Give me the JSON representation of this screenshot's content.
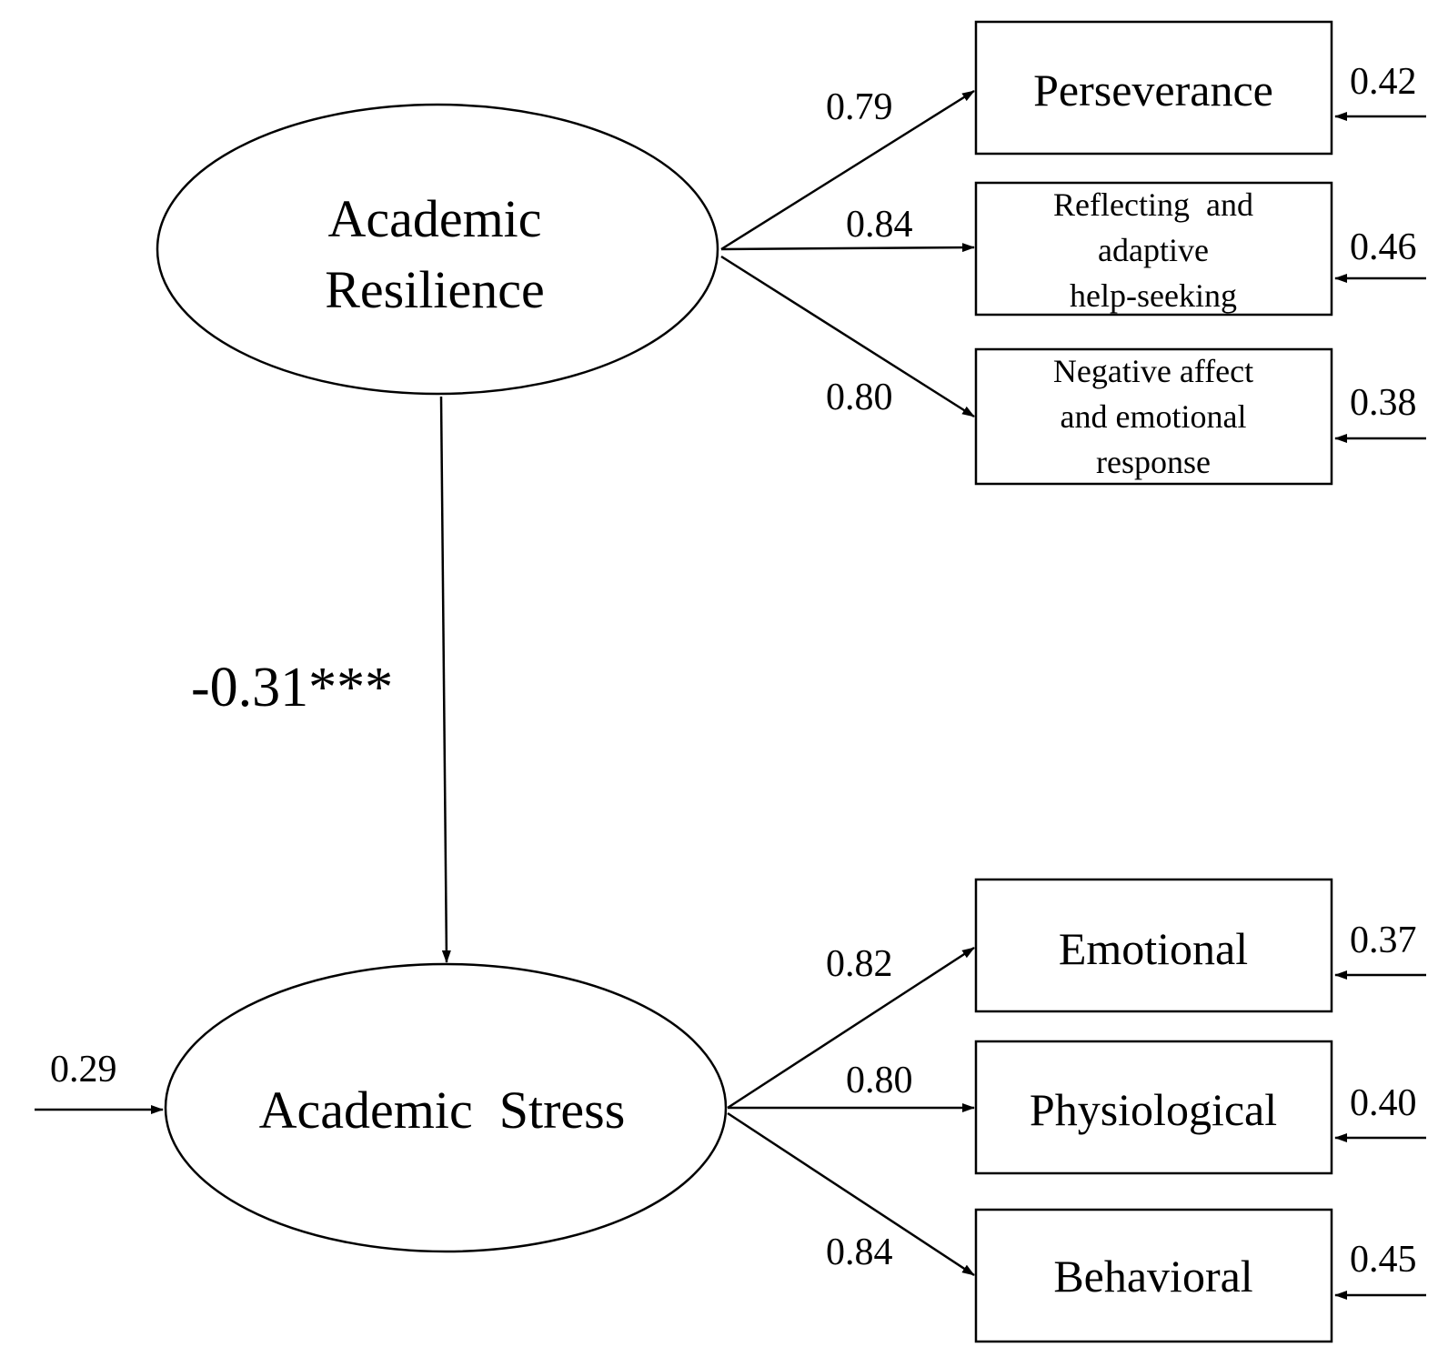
{
  "latents": {
    "resilience": {
      "line1": "Academic",
      "line2": "Resilience"
    },
    "stress": {
      "label": "Academic  Stress"
    }
  },
  "indicators": {
    "perseverance": {
      "label": "Perseverance",
      "loading": "0.79",
      "error": "0.42"
    },
    "reflecting": {
      "line1": "Reflecting  and",
      "line2": "adaptive",
      "line3": "help-seeking",
      "loading": "0.84",
      "error": "0.46"
    },
    "negative": {
      "line1": "Negative affect",
      "line2": "and emotional",
      "line3": "response",
      "loading": "0.80",
      "error": "0.38"
    },
    "emotional": {
      "label": "Emotional",
      "loading": "0.82",
      "error": "0.37"
    },
    "physiological": {
      "label": "Physiological",
      "loading": "0.80",
      "error": "0.40"
    },
    "behavioral": {
      "label": "Behavioral",
      "loading": "0.84",
      "error": "0.45"
    }
  },
  "structural_path": {
    "coefficient": "-0.31***"
  },
  "stress_disturbance": "0.29"
}
